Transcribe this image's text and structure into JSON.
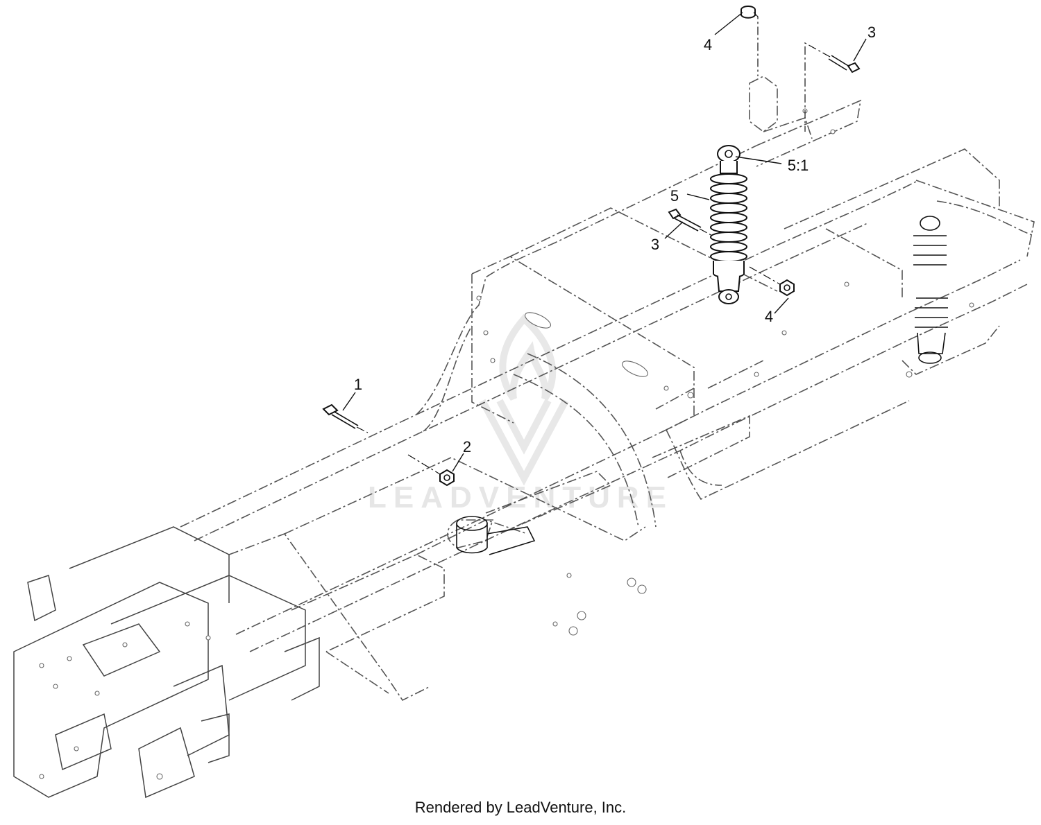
{
  "callouts": [
    {
      "id": "1",
      "label": "1"
    },
    {
      "id": "2",
      "label": "2"
    },
    {
      "id": "3a",
      "label": "3"
    },
    {
      "id": "3b",
      "label": "3"
    },
    {
      "id": "4a",
      "label": "4"
    },
    {
      "id": "4b",
      "label": "4"
    },
    {
      "id": "5",
      "label": "5"
    },
    {
      "id": "5-1",
      "label": "5:1"
    }
  ],
  "watermark": {
    "text": "LEADVENTURE"
  },
  "footer": {
    "text": "Rendered by LeadVenture, Inc."
  },
  "colors": {
    "line": "#111111",
    "frame": "#555555",
    "watermark": "#e6e6e6",
    "background": "#ffffff"
  }
}
